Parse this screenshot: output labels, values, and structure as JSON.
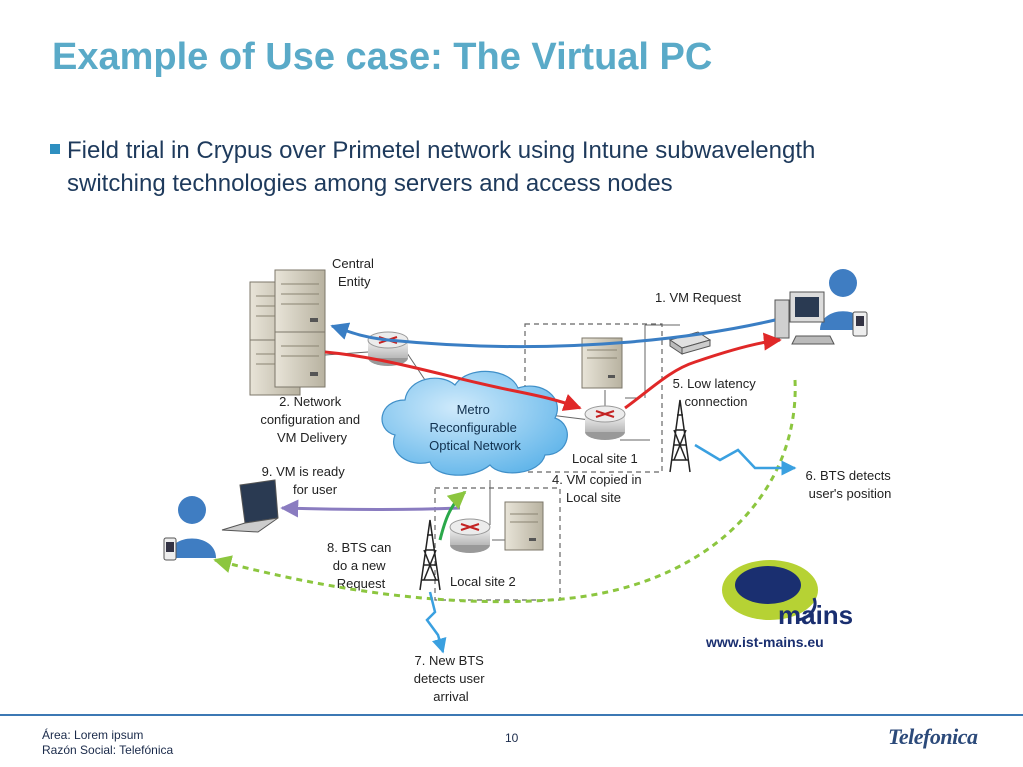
{
  "slide": {
    "title": "Example of Use case: The Virtual PC",
    "bullet_line1": "Field trial in Crypus over Primetel network using Intune subwavelength",
    "bullet_line2": "switching technologies among servers and access nodes"
  },
  "diagram": {
    "central_entity": [
      "Central",
      "Entity"
    ],
    "step1": "1. VM Request",
    "step2": [
      "2. Network",
      "configuration and",
      "VM Delivery"
    ],
    "cloud": [
      "Metro",
      "Reconfigurable",
      "Optical Network"
    ],
    "step5": [
      "5. Low latency",
      "connection"
    ],
    "local_site_1": "Local site 1",
    "step4": [
      "4. VM copied in",
      "Local site"
    ],
    "step6": [
      "6. BTS detects",
      "user's position"
    ],
    "step9": [
      "9. VM is ready",
      "for user"
    ],
    "step8": [
      "8. BTS can",
      "do a new",
      "Request"
    ],
    "local_site_2": "Local site 2",
    "step7": [
      "7. New BTS",
      "detects user",
      "arrival"
    ]
  },
  "logo": {
    "text": "mains",
    "url": "www.ist-mains.eu"
  },
  "footer": {
    "area": "Área: Lorem ipsum",
    "razon": "Razón Social: Telefónica",
    "page": "10",
    "brand": "Telefonica"
  },
  "colors": {
    "title": "#5aaac8",
    "blue_arrow": "#3a7ec4",
    "red_arrow": "#e02828",
    "green_arrow": "#8cc63f",
    "purple_arrow": "#8a7cc0",
    "cloud": "#7fc4ee"
  }
}
